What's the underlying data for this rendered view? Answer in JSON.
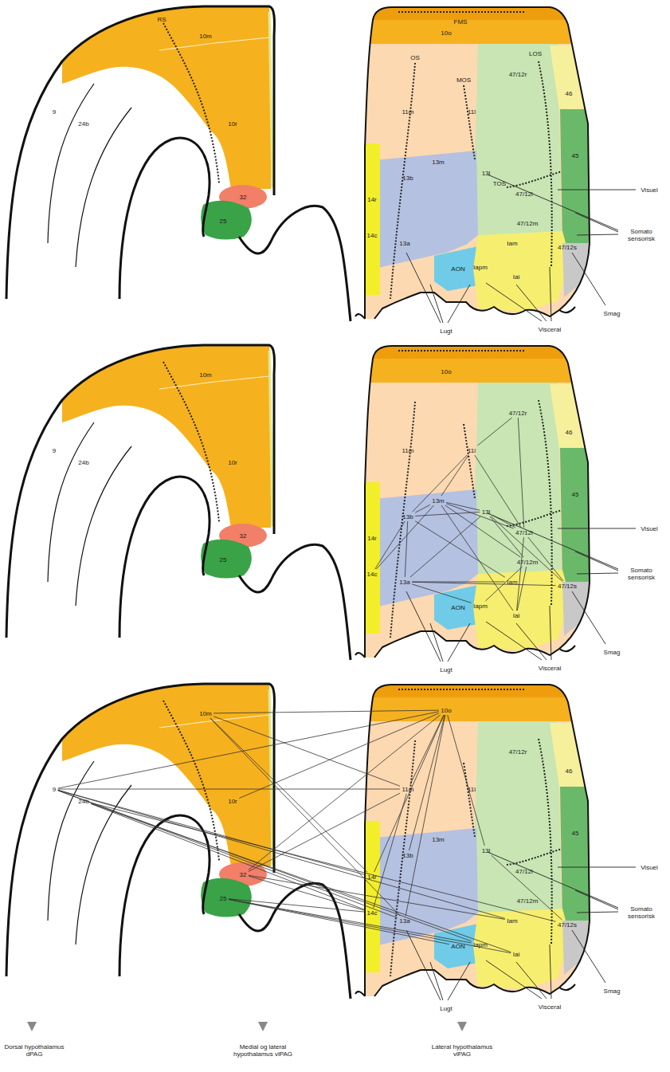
{
  "diagram": {
    "nodes": [
      {
        "text": [
          "9"
        ]
      },
      {
        "text": [
          "24b"
        ]
      },
      {
        "text": [
          "10m"
        ]
      },
      {
        "text": [
          "10r"
        ]
      },
      {
        "text": [
          "32"
        ]
      },
      {
        "text": [
          "25"
        ]
      },
      {
        "text": [
          "10o"
        ]
      },
      {
        "text": [
          "11m"
        ]
      },
      {
        "text": [
          "11l"
        ]
      },
      {
        "text": [
          "47/12r"
        ]
      },
      {
        "text": [
          "46"
        ]
      },
      {
        "text": [
          "13m"
        ]
      },
      {
        "text": [
          "13l"
        ]
      },
      {
        "text": [
          "45"
        ]
      },
      {
        "text": [
          "47/12l"
        ]
      },
      {
        "text": [
          "13b"
        ]
      },
      {
        "text": [
          "14r"
        ]
      },
      {
        "text": [
          "14c"
        ]
      },
      {
        "text": [
          "47/12m"
        ]
      },
      {
        "text": [
          "13a"
        ]
      },
      {
        "text": [
          "AON"
        ]
      },
      {
        "text": [
          "Iam"
        ]
      },
      {
        "text": [
          "Iapm"
        ]
      },
      {
        "text": [
          "Iai"
        ]
      },
      {
        "text": [
          "47/12s"
        ]
      },
      {
        "text": [
          "9"
        ]
      },
      {
        "text": [
          "24b"
        ]
      },
      {
        "text": [
          "10m"
        ]
      },
      {
        "text": [
          "10r"
        ]
      },
      {
        "text": [
          "32"
        ]
      },
      {
        "text": [
          "25"
        ]
      },
      {
        "text": [
          "10o"
        ]
      },
      {
        "text": [
          "11m"
        ]
      },
      {
        "text": [
          "11l"
        ]
      },
      {
        "text": [
          "47/12r"
        ]
      },
      {
        "text": [
          "46"
        ]
      },
      {
        "text": [
          "13m"
        ]
      },
      {
        "text": [
          "13l"
        ]
      },
      {
        "text": [
          "45"
        ]
      },
      {
        "text": [
          "47/12l"
        ]
      },
      {
        "text": [
          "13b"
        ]
      },
      {
        "text": [
          "14r"
        ]
      },
      {
        "text": [
          "14c"
        ]
      },
      {
        "text": [
          "47/12m"
        ]
      },
      {
        "text": [
          "13a"
        ]
      },
      {
        "text": [
          "AON"
        ]
      },
      {
        "text": [
          "Iam"
        ]
      },
      {
        "text": [
          "Iapm"
        ]
      },
      {
        "text": [
          "Iai"
        ]
      },
      {
        "text": [
          "47/12s"
        ]
      },
      {
        "text": [
          "9"
        ]
      },
      {
        "text": [
          "24b"
        ]
      },
      {
        "text": [
          "10m"
        ]
      },
      {
        "text": [
          "10r"
        ]
      },
      {
        "text": [
          "32"
        ]
      },
      {
        "text": [
          "25"
        ]
      },
      {
        "text": [
          "10o"
        ]
      },
      {
        "text": [
          "11m"
        ]
      },
      {
        "text": [
          "11l"
        ]
      },
      {
        "text": [
          "47/12r"
        ]
      },
      {
        "text": [
          "46"
        ]
      },
      {
        "text": [
          "13m"
        ]
      },
      {
        "text": [
          "13l"
        ]
      },
      {
        "text": [
          "45"
        ]
      },
      {
        "text": [
          "47/12l"
        ]
      },
      {
        "text": [
          "13b"
        ]
      },
      {
        "text": [
          "14r"
        ]
      },
      {
        "text": [
          "14c"
        ]
      },
      {
        "text": [
          "47/12m"
        ]
      },
      {
        "text": [
          "13a"
        ]
      },
      {
        "text": [
          "AON"
        ]
      },
      {
        "text": [
          "Iam"
        ]
      },
      {
        "text": [
          "Iapm"
        ]
      },
      {
        "text": [
          "Iai"
        ]
      },
      {
        "text": [
          "47/12s"
        ]
      }
    ],
    "edges": [
      {
        "from": 33,
        "to": 36,
        "arrow": "none"
      },
      {
        "from": 33,
        "to": 40,
        "arrow": "none"
      },
      {
        "from": 33,
        "to": 34,
        "arrow": "none"
      },
      {
        "from": 33,
        "to": 39,
        "arrow": "none"
      },
      {
        "from": 36,
        "to": 37,
        "arrow": "none"
      },
      {
        "from": 36,
        "to": 40,
        "arrow": "none"
      },
      {
        "from": 36,
        "to": 43,
        "arrow": "none"
      },
      {
        "from": 36,
        "to": 39,
        "arrow": "none"
      },
      {
        "from": 37,
        "to": 40,
        "arrow": "none"
      },
      {
        "from": 37,
        "to": 39,
        "arrow": "none"
      },
      {
        "from": 37,
        "to": 43,
        "arrow": "none"
      },
      {
        "from": 37,
        "to": 49,
        "arrow": "none"
      },
      {
        "from": 37,
        "to": 44,
        "arrow": "none"
      },
      {
        "from": 40,
        "to": 44,
        "arrow": "none"
      },
      {
        "from": 40,
        "to": 42,
        "arrow": "none"
      },
      {
        "from": 40,
        "to": 46,
        "arrow": "none"
      },
      {
        "from": 44,
        "to": 47,
        "arrow": "none"
      },
      {
        "from": 44,
        "to": 46,
        "arrow": "none"
      },
      {
        "from": 44,
        "to": 49,
        "arrow": "none"
      },
      {
        "from": 42,
        "to": 36,
        "arrow": "none"
      },
      {
        "from": 39,
        "to": 49,
        "arrow": "none"
      },
      {
        "from": 39,
        "to": 48,
        "arrow": "none"
      },
      {
        "from": 34,
        "to": 39,
        "arrow": "none"
      },
      {
        "from": 43,
        "to": 47,
        "arrow": "none"
      },
      {
        "from": 43,
        "to": 48,
        "arrow": "none"
      },
      {
        "from": 36,
        "to": 48,
        "arrow": "none"
      },
      {
        "from": 50,
        "to": 56,
        "arrow": "none"
      },
      {
        "from": 50,
        "to": 57,
        "arrow": "none"
      },
      {
        "from": 50,
        "to": 66,
        "arrow": "none"
      },
      {
        "from": 50,
        "to": 69,
        "arrow": "none"
      },
      {
        "from": 50,
        "to": 71,
        "arrow": "none"
      },
      {
        "from": 50,
        "to": 72,
        "arrow": "none"
      },
      {
        "from": 51,
        "to": 67,
        "arrow": "none"
      },
      {
        "from": 51,
        "to": 73,
        "arrow": "none"
      },
      {
        "from": 51,
        "to": 74,
        "arrow": "none"
      },
      {
        "from": 52,
        "to": 56,
        "arrow": "none"
      },
      {
        "from": 52,
        "to": 57,
        "arrow": "none"
      },
      {
        "from": 52,
        "to": 69,
        "arrow": "none"
      },
      {
        "from": 52,
        "to": 66,
        "arrow": "none"
      },
      {
        "from": 53,
        "to": 56,
        "arrow": "none"
      },
      {
        "from": 54,
        "to": 56,
        "arrow": "none"
      },
      {
        "from": 54,
        "to": 57,
        "arrow": "none"
      },
      {
        "from": 54,
        "to": 67,
        "arrow": "none"
      },
      {
        "from": 54,
        "to": 71,
        "arrow": "none"
      },
      {
        "from": 55,
        "to": 67,
        "arrow": "none"
      },
      {
        "from": 55,
        "to": 72,
        "arrow": "none"
      },
      {
        "from": 55,
        "to": 70,
        "arrow": "none"
      },
      {
        "from": 55,
        "to": 73,
        "arrow": "none"
      },
      {
        "from": 56,
        "to": 57,
        "arrow": "none"
      },
      {
        "from": 56,
        "to": 66,
        "arrow": "none"
      },
      {
        "from": 56,
        "to": 69,
        "arrow": "none"
      },
      {
        "from": 56,
        "to": 65,
        "arrow": "none"
      },
      {
        "from": 56,
        "to": 62,
        "arrow": "none"
      },
      {
        "from": 57,
        "to": 67,
        "arrow": "none"
      },
      {
        "from": 62,
        "to": 74,
        "arrow": "none"
      }
    ],
    "labels": [
      "RS",
      "FMS",
      "OS",
      "MOS",
      "LOS",
      "TOS",
      "Visuel",
      "Somato sensorisk",
      "Lugt",
      "Visceral",
      "Smag",
      "Visuel",
      "Somato sensorisk",
      "Lugt",
      "Visceral",
      "Smag",
      "Visuel",
      "Somato sensorisk",
      "Lugt",
      "Visceral",
      "Smag",
      "Dorsal hypothalamus dPAG",
      "Medial og lateral hypothalamus vlPAG",
      "Lateral hypothalamus vlPAG"
    ]
  }
}
